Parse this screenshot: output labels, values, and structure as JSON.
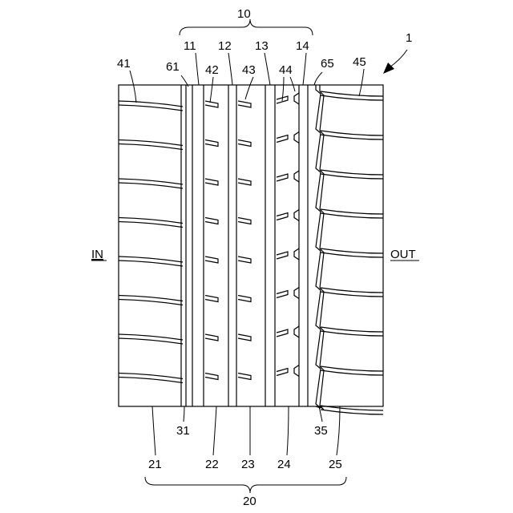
{
  "labels": {
    "fig_ref": "1",
    "group_top": "10",
    "group_bottom": "20",
    "side_in": "IN",
    "side_out": "OUT",
    "g11": "11",
    "g12": "12",
    "g13": "13",
    "g14": "14",
    "s41": "41",
    "s42": "42",
    "s43": "43",
    "s44": "44",
    "s45": "45",
    "n61": "61",
    "n65": "65",
    "n31": "31",
    "n35": "35",
    "r21": "21",
    "r22": "22",
    "r23": "23",
    "r24": "24",
    "r25": "25"
  }
}
